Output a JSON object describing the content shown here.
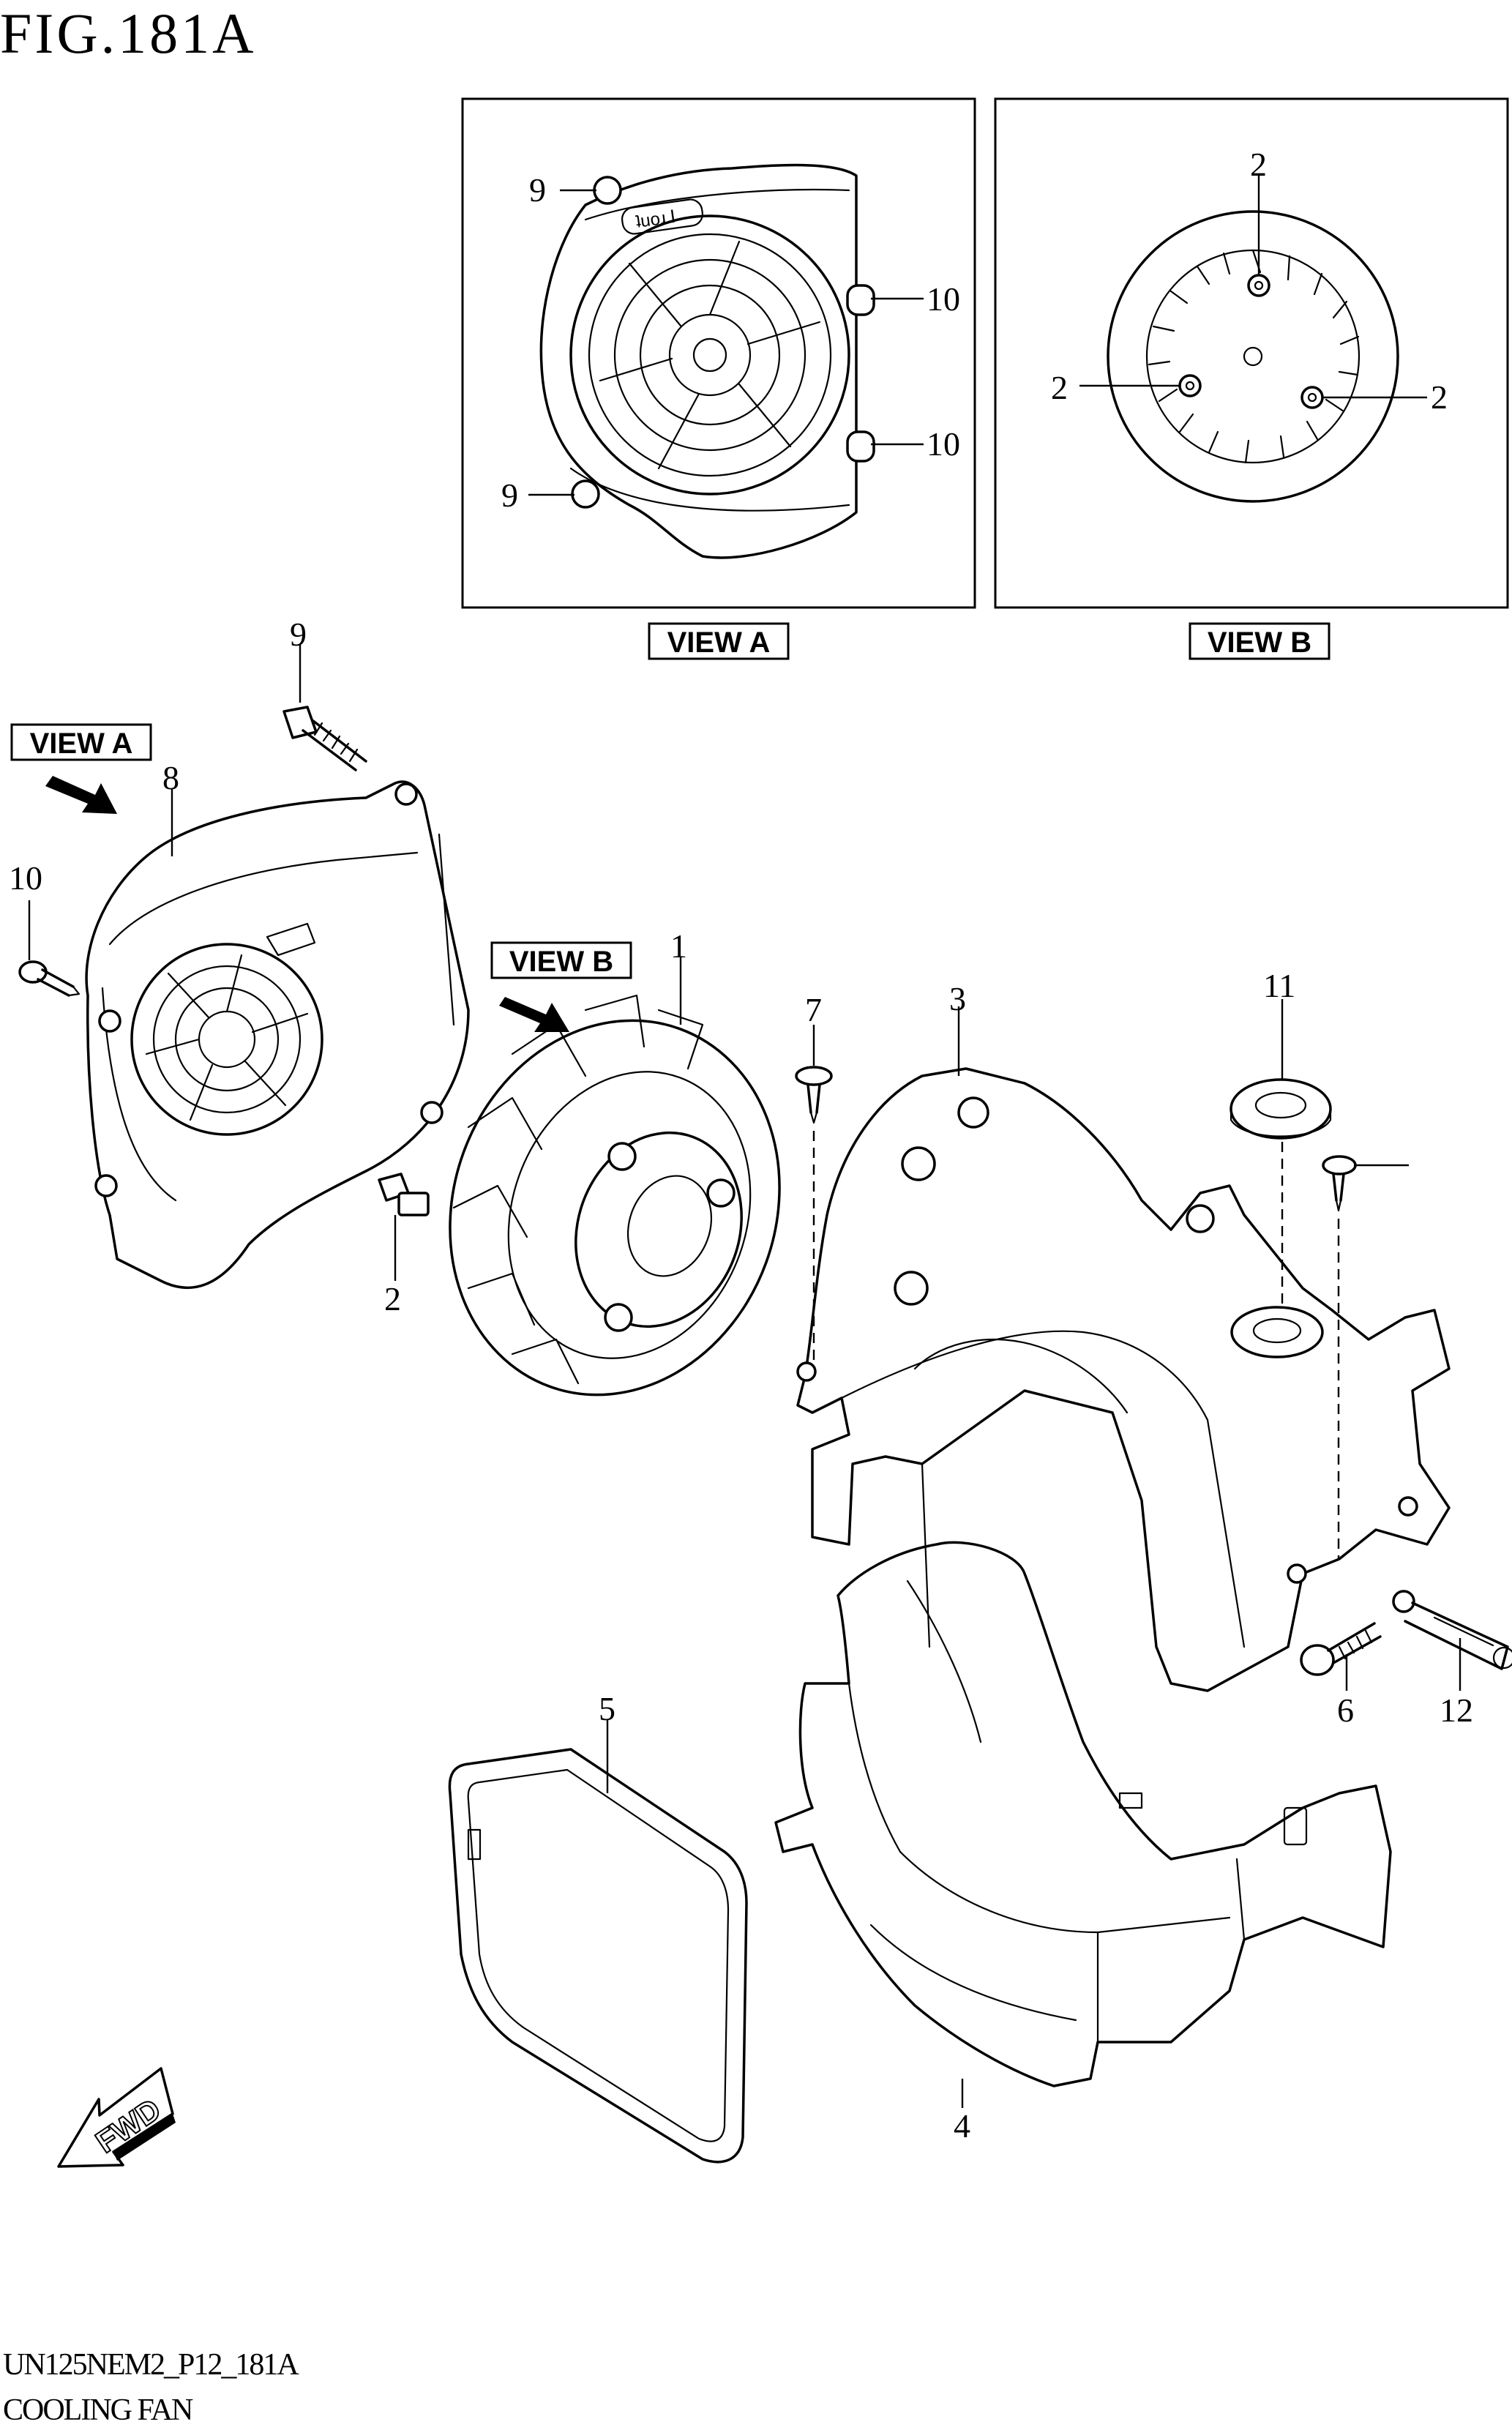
{
  "figure": {
    "title": "FIG.181A",
    "code": "UN125NEM2_P12_181A",
    "name": "COOLING FAN"
  },
  "views": {
    "view_a": "VIEW A",
    "view_b": "VIEW B"
  },
  "fwd": "FWD",
  "callouts": {
    "c1": "1",
    "c2": "2",
    "c3": "3",
    "c4": "4",
    "c5": "5",
    "c6": "6",
    "c7": "7",
    "c8": "8",
    "c9": "9",
    "c10": "10",
    "c11": "11",
    "c12": "12",
    "va_9_top": "9",
    "va_9_bottom": "9",
    "va_10_top": "10",
    "va_10_bottom": "10",
    "vb_2_top": "2",
    "vb_2_left": "2",
    "vb_2_right": "2"
  }
}
